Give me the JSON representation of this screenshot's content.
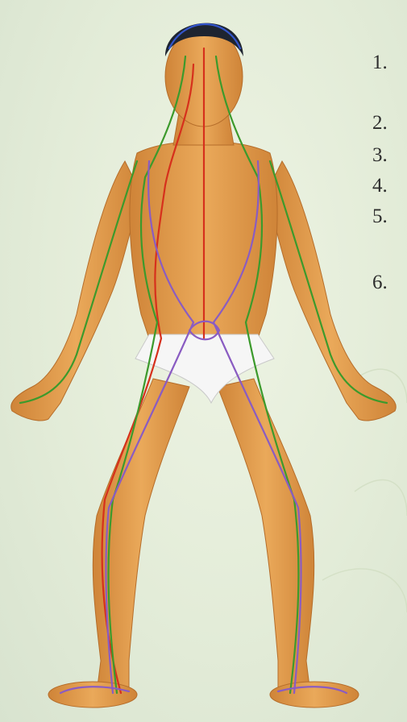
{
  "labels": [
    "1.",
    "2.",
    "3.",
    "4.",
    "5.",
    "6."
  ],
  "colors": {
    "background": "#e3ecd8",
    "skin": "#e3a050",
    "skin_shadow": "#c87a32",
    "hair": "#1e2430",
    "underwear": "#f6f6f6",
    "meridian_red": "#d6301c",
    "meridian_green": "#3c9a2c",
    "meridian_purple": "#8a5cc2",
    "meridian_blue": "#3355cc"
  },
  "illustration": {
    "subject": "male-figure-front-view",
    "overlay": "meridian-lines"
  }
}
